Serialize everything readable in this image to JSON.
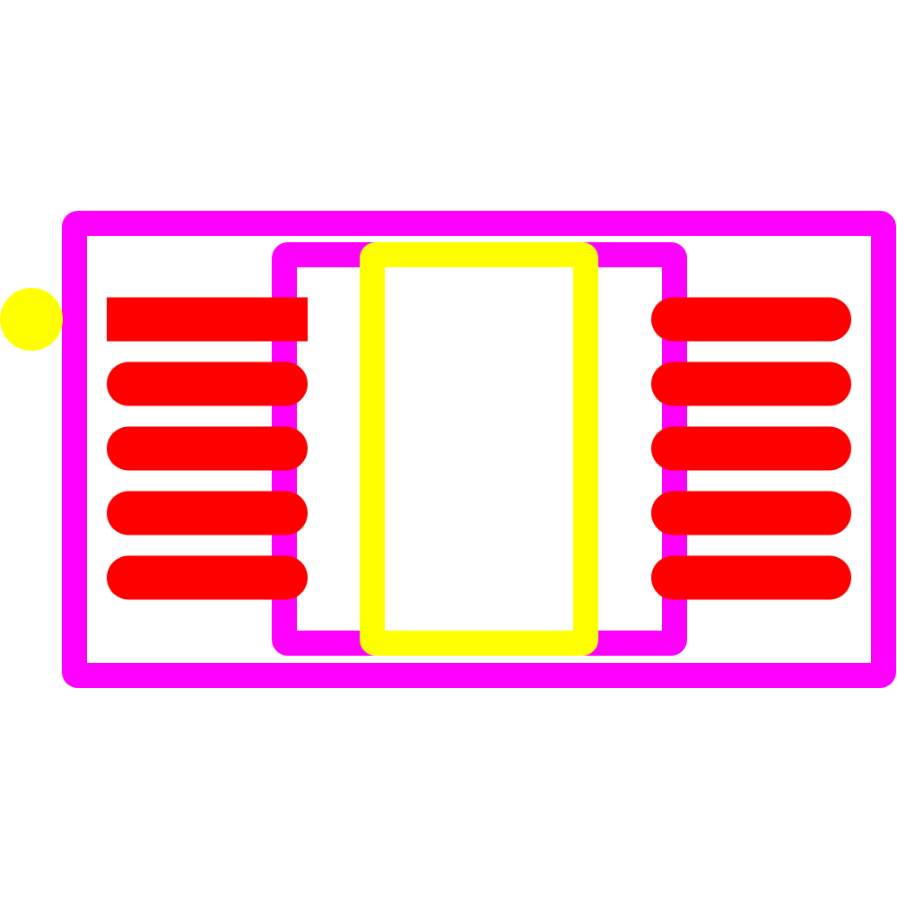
{
  "colors": {
    "background": "#ffffff",
    "courtyard": "#ff00ff",
    "silkscreen": "#ffff00",
    "pad": "#ff0000",
    "pin1_marker": "#ffff00"
  },
  "footprint": {
    "left_pads": [
      {
        "shape": "rect"
      },
      {
        "shape": "oval"
      },
      {
        "shape": "oval"
      },
      {
        "shape": "oval"
      },
      {
        "shape": "oval"
      }
    ],
    "right_pads": [
      {
        "shape": "oval"
      },
      {
        "shape": "oval"
      },
      {
        "shape": "oval"
      },
      {
        "shape": "oval"
      },
      {
        "shape": "oval"
      }
    ]
  }
}
